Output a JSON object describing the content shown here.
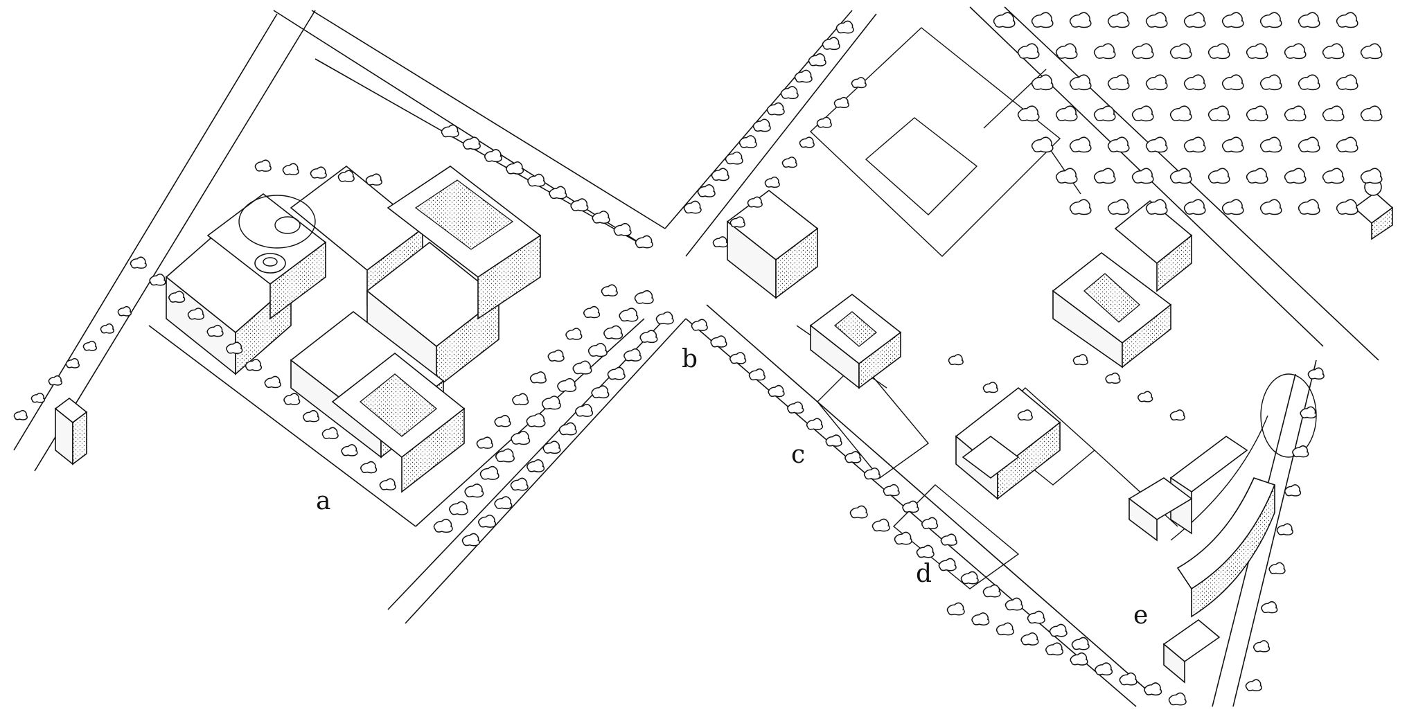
{
  "labels": {
    "a": "a",
    "b": "b",
    "c": "c",
    "d": "d",
    "e": "e"
  },
  "colors": {
    "ink": "#111111",
    "paper": "#ffffff"
  }
}
